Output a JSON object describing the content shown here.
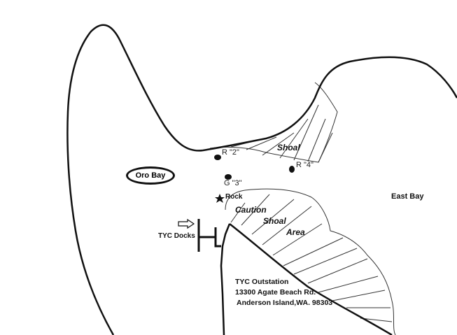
{
  "labels": {
    "oro_bay": "Oro Bay",
    "east_bay": "East Bay",
    "shoal_upper": "Shoal",
    "caution": "Caution",
    "shoal_lower": "Shoal",
    "area": "Area",
    "rock": "Rock",
    "tyc_docks": "TYC Docks",
    "marker_r2": "R \"2\"",
    "marker_g3": "G \"3\"",
    "marker_r4": "R \"4\""
  },
  "address": {
    "name": "TYC Outstation",
    "street": "13300 Agate Beach Rd.",
    "city": "Anderson Island,WA. 98303"
  }
}
